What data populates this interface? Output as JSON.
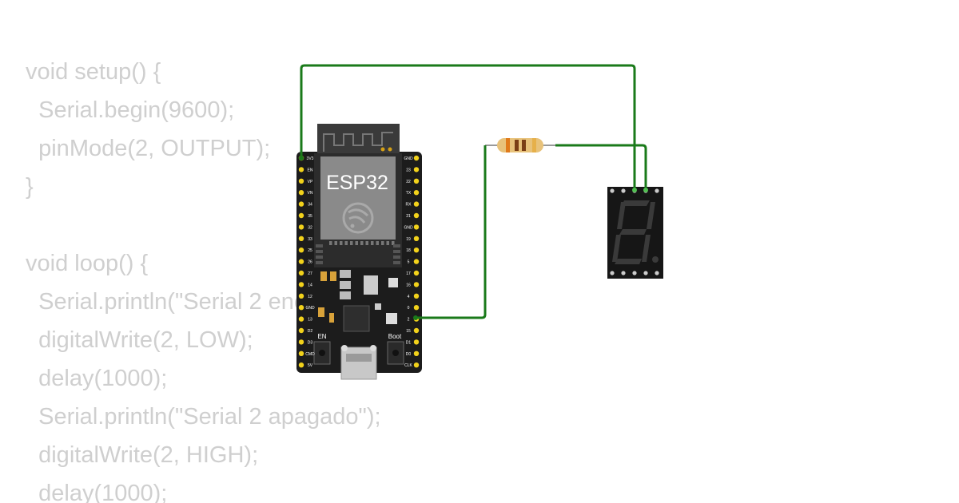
{
  "code_lines": [
    "void setup() {",
    "  Serial.begin(9600);",
    "  pinMode(2, OUTPUT);",
    "}",
    "",
    "void loop() {",
    "  Serial.println(\"Serial 2 encendido\");",
    "  digitalWrite(2, LOW);",
    "  delay(1000);",
    "  Serial.println(\"Serial 2 apagado\");",
    "  digitalWrite(2, HIGH);",
    "  delay(1000);"
  ],
  "board": {
    "module_label": "ESP32",
    "button_en": "EN",
    "button_boot": "Boot",
    "left_pins": [
      "3V3",
      "EN",
      "VP",
      "VN",
      "34",
      "35",
      "32",
      "33",
      "25",
      "26",
      "27",
      "14",
      "12",
      "GND",
      "13",
      "D2",
      "D3",
      "CMD",
      "5V"
    ],
    "right_pins": [
      "GND",
      "23",
      "22",
      "TX",
      "RX",
      "21",
      "GND",
      "19",
      "18",
      "5",
      "17",
      "16",
      "4",
      "0",
      "2",
      "15",
      "D1",
      "D0",
      "CLK"
    ]
  },
  "colors": {
    "wire": "#1a7a1a",
    "board": "#1c1c1c",
    "pin": "#f2d21b",
    "code_text": "#cfcfcf"
  }
}
